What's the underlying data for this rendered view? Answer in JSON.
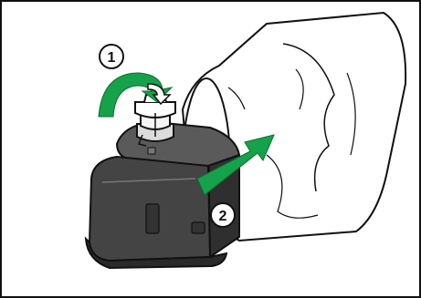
{
  "steps": [
    {
      "number": "1",
      "description": "twist-cap-closed"
    },
    {
      "number": "2",
      "description": "slide-into-bag"
    }
  ],
  "colors": {
    "arrow_green": "#15a24a",
    "bottle_body": "#4a4a4a",
    "outline": "#111111"
  },
  "icons": [
    "curved-arrow-icon",
    "straight-arrow-icon",
    "cartridge-image",
    "bag-image"
  ]
}
